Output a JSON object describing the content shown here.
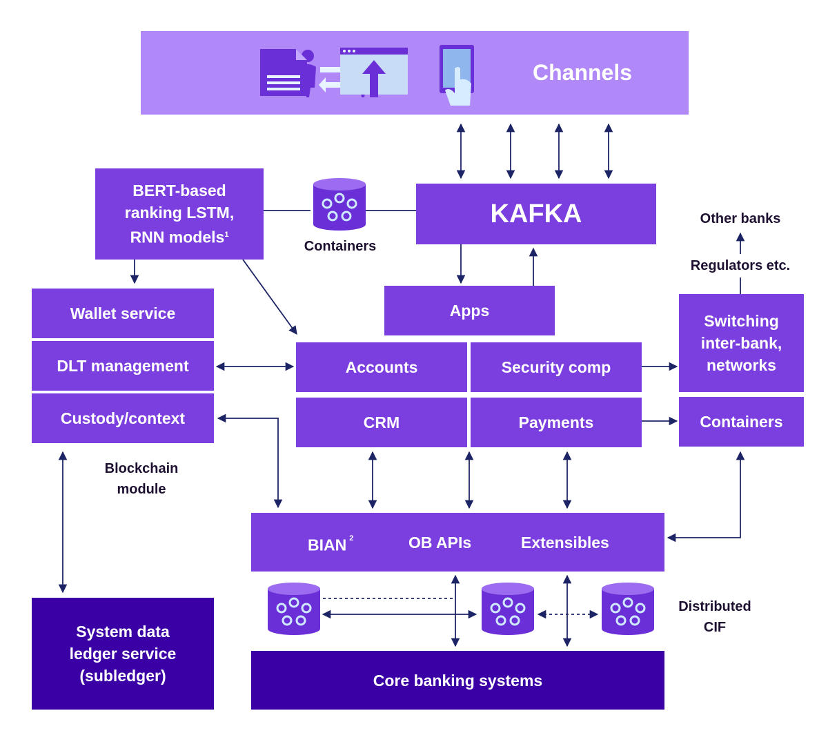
{
  "channels": {
    "title": "Channels",
    "icons": [
      "people-exchange-icon",
      "document-icon",
      "browser-upload-icon",
      "tablet-touch-icon"
    ]
  },
  "kafka": "KAFKA",
  "bert": {
    "line1": "BERT-based",
    "line2": "ranking LSTM,",
    "line3": "RNN models",
    "footnote": "1"
  },
  "containers_top": "Containers",
  "apps": "Apps",
  "other_banks": "Other banks",
  "regulators": "Regulators etc.",
  "blockchain": {
    "wallet": "Wallet service",
    "dlt": "DLT management",
    "custody": "Custody/context",
    "label_line1": "Blockchain",
    "label_line2": "module"
  },
  "core_grid": {
    "accounts": "Accounts",
    "security": "Security comp",
    "crm": "CRM",
    "payments": "Payments"
  },
  "switching": {
    "line1": "Switching",
    "line2": "inter-bank,",
    "line3": "networks"
  },
  "containers_right": "Containers",
  "api_layer": {
    "bian": "BIAN",
    "bian_footnote": "2",
    "ob_apis": "OB APIs",
    "extensibles": "Extensibles"
  },
  "distributed_cif": {
    "line1": "Distributed",
    "line2": "CIF"
  },
  "ledger": {
    "line1": "System data",
    "line2": "ledger service",
    "line3": "(subledger)"
  },
  "core_banking": "Core banking systems",
  "colors": {
    "channels_bg": "#b088f7",
    "box": "#7b3fe0",
    "dark_box": "#3a00a6",
    "arrow": "#1d2466",
    "icon": "#6a2fd6"
  }
}
